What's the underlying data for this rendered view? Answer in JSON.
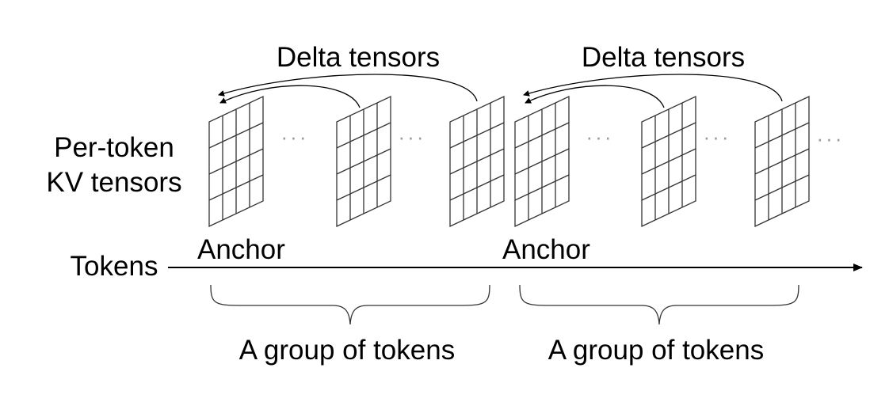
{
  "labels": {
    "per_token_line1": "Per-token",
    "per_token_line2": "KV tensors",
    "tokens": "Tokens",
    "anchor_1": "Anchor",
    "anchor_2": "Anchor",
    "delta_1": "Delta tensors",
    "delta_2": "Delta tensors",
    "group_1": "A group of tokens",
    "group_2": "A group of tokens",
    "ellipsis": "···"
  },
  "groups": [
    {
      "name": "group-1"
    },
    {
      "name": "group-2"
    }
  ]
}
